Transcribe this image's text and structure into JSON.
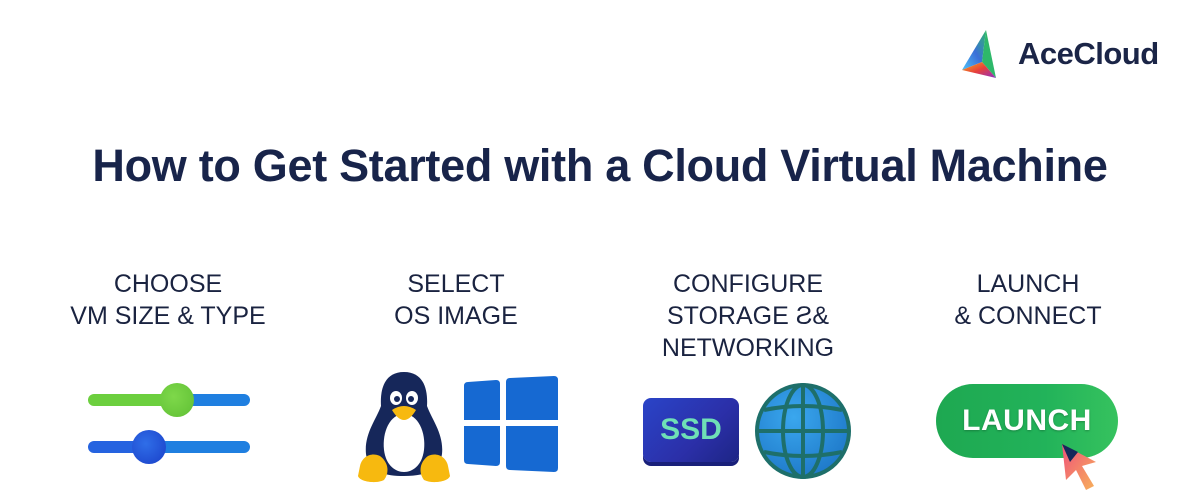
{
  "brand": {
    "name": "AceCloud"
  },
  "title": "How to Get Started with a Cloud Virtual Machine",
  "steps": [
    {
      "lines": [
        "CHOOSE",
        "VM SIZE & TYPE"
      ],
      "icon": "sliders-icon"
    },
    {
      "lines": [
        "SELECT",
        "OS IMAGE"
      ],
      "icon": [
        "linux-penguin-icon",
        "windows-logo-icon"
      ]
    },
    {
      "lines": [
        "CONFIGURE",
        "STORAGE Ƨ&",
        "NETWORKING"
      ],
      "icon": [
        "ssd-icon",
        "globe-icon"
      ],
      "ssd_label": "SSD"
    },
    {
      "lines": [
        "LAUNCH",
        "& CONNECT"
      ],
      "icon": [
        "launch-button",
        "cursor-icon"
      ],
      "button_label": "LAUNCH"
    }
  ],
  "colors": {
    "title": "#18244a",
    "slider_green": "#6ccf3e",
    "slider_blue": "#1f7fe0",
    "knob_blue": "#1c4fd8",
    "windows_blue": "#1669d2",
    "penguin_navy": "#16275a",
    "penguin_yellow": "#f7b90f",
    "ssd_bg": "#2a3bb8",
    "ssd_text": "#6fe0b6",
    "globe": "#2c8fd8",
    "globe_lines": "#1e6f6a",
    "launch_green": "#22b35a"
  }
}
